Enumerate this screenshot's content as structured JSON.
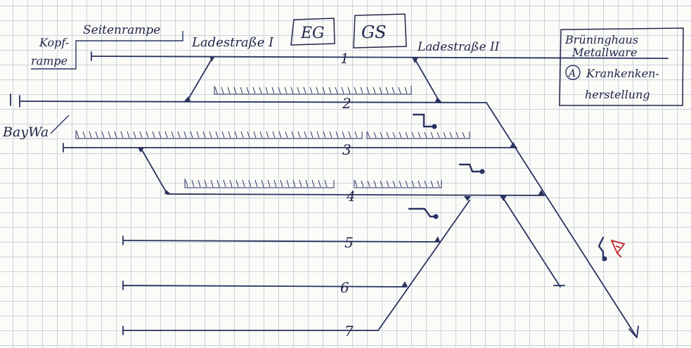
{
  "labels": {
    "kopframpe_line1": "Kopf-",
    "kopframpe_line2": "rampe",
    "seitenrampe": "Seitenrampe",
    "ladestrasse_1": "Ladestraße I",
    "ladestrasse_2": "Ladestraße II",
    "eg": "EG",
    "gs": "GS",
    "baywa": "BayWa",
    "company_line1": "Brüninghaus",
    "company_line2": "Metallware",
    "circle_letter": "A",
    "kranken_line1": "Krankenken-",
    "kranken_line2": "herstellung"
  },
  "tracks": [
    {
      "number": "1"
    },
    {
      "number": "2"
    },
    {
      "number": "3"
    },
    {
      "number": "4"
    },
    {
      "number": "5"
    },
    {
      "number": "6"
    },
    {
      "number": "7"
    }
  ],
  "colors": {
    "ink": "#2a3360",
    "signal_red": "#c0262a",
    "grid": "#c9d3dc"
  }
}
